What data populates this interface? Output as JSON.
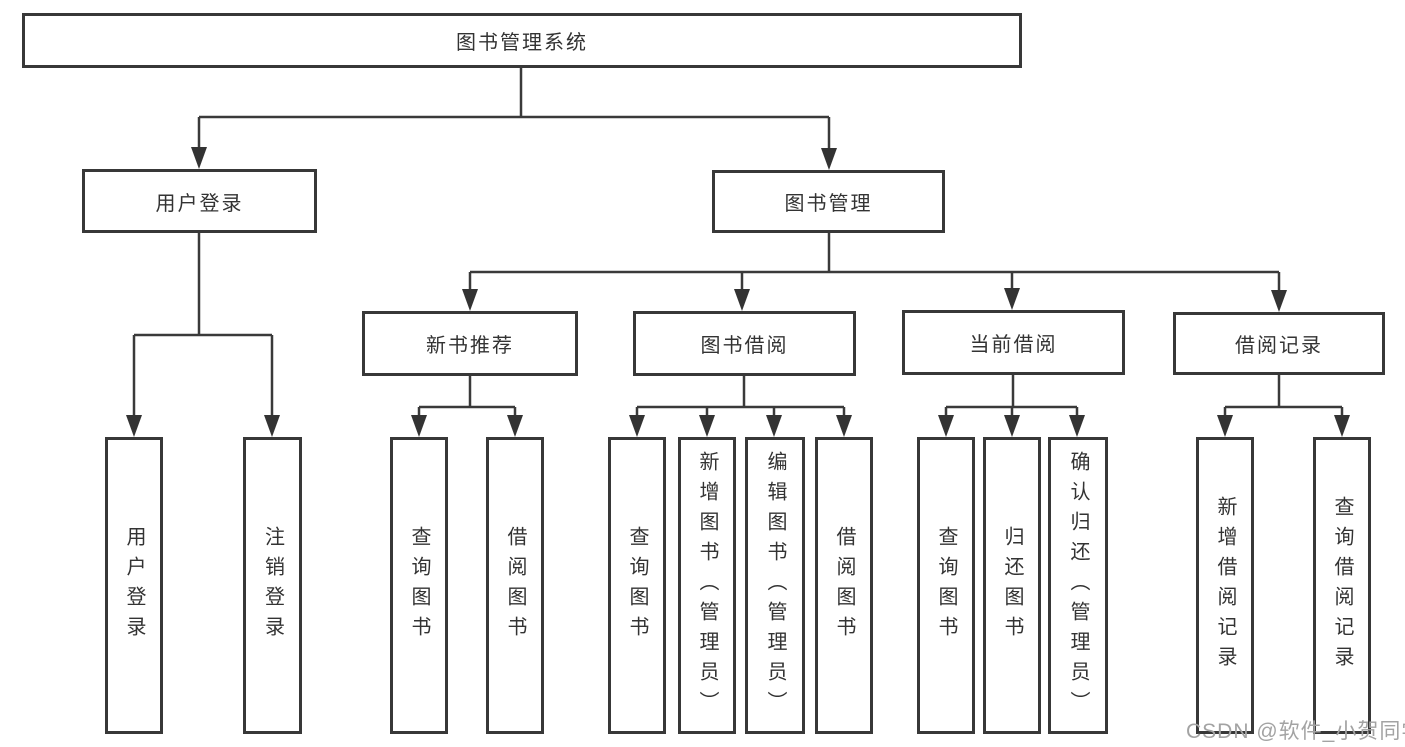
{
  "diagram": {
    "type": "hierarchy-tree",
    "root": {
      "label": "图书管理系统",
      "children": [
        {
          "label": "用户登录",
          "children": [
            {
              "label": "用户登录"
            },
            {
              "label": "注销登录"
            }
          ]
        },
        {
          "label": "图书管理",
          "children": [
            {
              "label": "新书推荐",
              "children": [
                {
                  "label": "查询图书"
                },
                {
                  "label": "借阅图书"
                }
              ]
            },
            {
              "label": "图书借阅",
              "children": [
                {
                  "label": "查询图书"
                },
                {
                  "label": "新增图书（管理员）"
                },
                {
                  "label": "编辑图书（管理员）"
                },
                {
                  "label": "借阅图书"
                }
              ]
            },
            {
              "label": "当前借阅",
              "children": [
                {
                  "label": "查询图书"
                },
                {
                  "label": "归还图书"
                },
                {
                  "label": "确认归还（管理员）"
                }
              ]
            },
            {
              "label": "借阅记录",
              "children": [
                {
                  "label": "新增借阅记录"
                },
                {
                  "label": "查询借阅记录"
                }
              ]
            }
          ]
        }
      ]
    }
  },
  "watermark": {
    "text": "CSDN @软件_小贺同学"
  },
  "colors": {
    "line": "#3a3a3a",
    "box_border": "#383838",
    "text": "#333333",
    "background": "#ffffff",
    "watermark": "#a3a3a3"
  }
}
